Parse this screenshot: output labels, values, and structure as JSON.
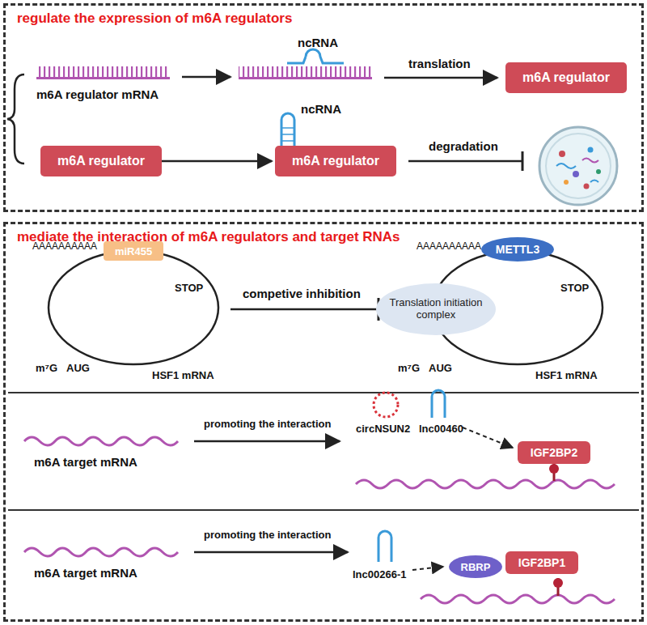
{
  "diagram": {
    "nodes": [
      {
        "text": [
          "regulate the expression of m6A regulators"
        ]
      },
      {
        "text": [
          "m6A regulator"
        ],
        "in": 0
      },
      {
        "text": [
          "m6A regulator"
        ],
        "in": 0
      },
      {
        "text": [
          "m6A regulator"
        ],
        "in": 0
      },
      {
        "text": [
          "mediate the interaction of m6A regulators and target RNAs"
        ]
      },
      {
        "text": [
          "miR455"
        ],
        "in": 4
      },
      {
        "text": [
          "METTL3"
        ],
        "in": 4
      },
      {
        "text": [
          "Translation initiation complex"
        ],
        "in": 4
      },
      {
        "text": [
          "IGF2BP2"
        ],
        "in": 4
      },
      {
        "text": [
          "RBRP"
        ],
        "in": 4
      },
      {
        "text": [
          "IGF2BP1"
        ],
        "in": 4
      }
    ],
    "edges": [
      {
        "from": 2,
        "to": 3,
        "arrow": "to"
      }
    ],
    "labels": [
      "m6A regulator mRNA",
      "ncRNA",
      "translation",
      "ncRNA",
      "degradation",
      "AAAAAAAAAA",
      "STOP",
      "m⁷G",
      "AUG",
      "HSF1 mRNA",
      "competive inhibition",
      "AAAAAAAAAA",
      "STOP",
      "m⁷G",
      "AUG",
      "HSF1 mRNA",
      "m6A target mRNA",
      "promoting the interaction",
      "circNSUN2",
      "lnc00460",
      "m6A target mRNA",
      "promoting the interaction",
      "lnc00266-1"
    ]
  }
}
